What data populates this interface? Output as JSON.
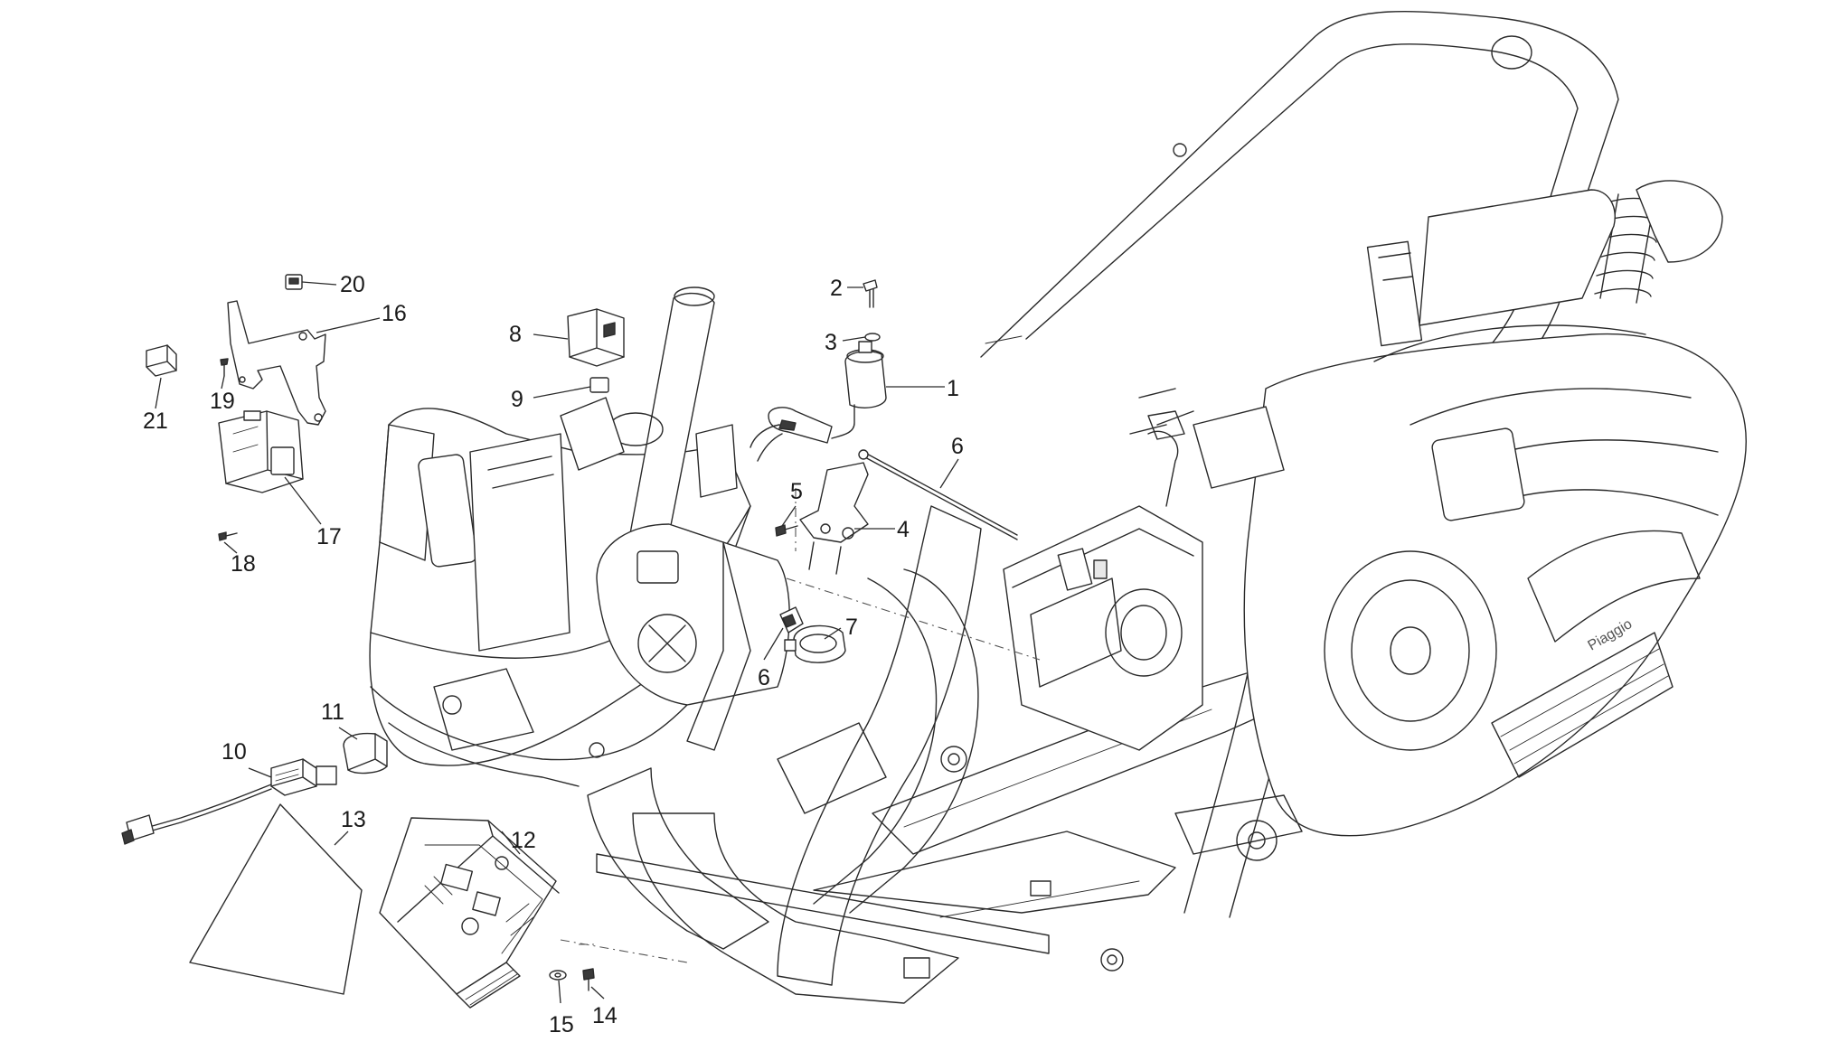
{
  "diagram": {
    "callouts": [
      {
        "id": "c1",
        "label": "1"
      },
      {
        "id": "c2",
        "label": "2"
      },
      {
        "id": "c3",
        "label": "3"
      },
      {
        "id": "c4",
        "label": "4"
      },
      {
        "id": "c5",
        "label": "5"
      },
      {
        "id": "c6a",
        "label": "6"
      },
      {
        "id": "c6b",
        "label": "6"
      },
      {
        "id": "c7",
        "label": "7"
      },
      {
        "id": "c8",
        "label": "8"
      },
      {
        "id": "c9",
        "label": "9"
      },
      {
        "id": "c10",
        "label": "10"
      },
      {
        "id": "c11",
        "label": "11"
      },
      {
        "id": "c12",
        "label": "12"
      },
      {
        "id": "c13",
        "label": "13"
      },
      {
        "id": "c14",
        "label": "14"
      },
      {
        "id": "c15",
        "label": "15"
      },
      {
        "id": "c16",
        "label": "16"
      },
      {
        "id": "c17",
        "label": "17"
      },
      {
        "id": "c18",
        "label": "18"
      },
      {
        "id": "c19",
        "label": "19"
      },
      {
        "id": "c20",
        "label": "20"
      },
      {
        "id": "c21",
        "label": "21"
      }
    ],
    "colors": {
      "line": "#2a2a2a",
      "background": "#ffffff",
      "text": "#1a1a1a"
    }
  }
}
